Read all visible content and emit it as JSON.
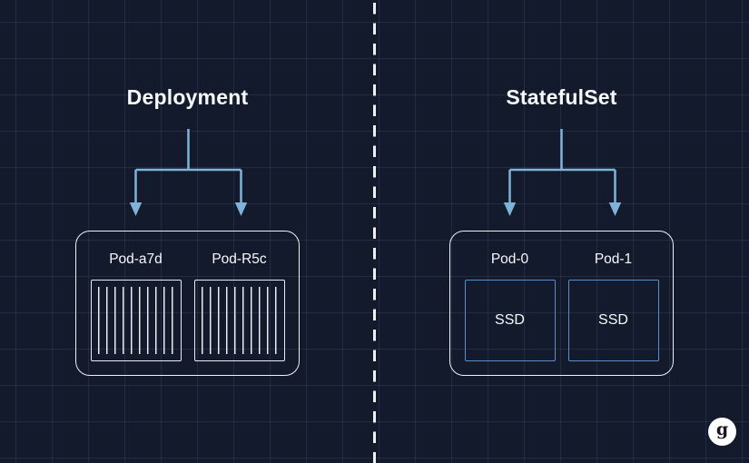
{
  "left_panel": {
    "title": "Deployment",
    "pods": [
      {
        "label": "Pod-a7d"
      },
      {
        "label": "Pod-R5c"
      }
    ]
  },
  "right_panel": {
    "title": "StatefulSet",
    "pods": [
      {
        "label": "Pod-0",
        "storage": "SSD"
      },
      {
        "label": "Pod-1",
        "storage": "SSD"
      }
    ]
  },
  "logo": {
    "letter": "g"
  },
  "colors": {
    "background": "#131a2b",
    "grid_line": "#27304a",
    "arrow": "#7fb3da",
    "ssd_border": "#5d8ec9",
    "card_border": "#eef1f5",
    "divider": "#edf0f4",
    "text": "#f7f9fb"
  }
}
